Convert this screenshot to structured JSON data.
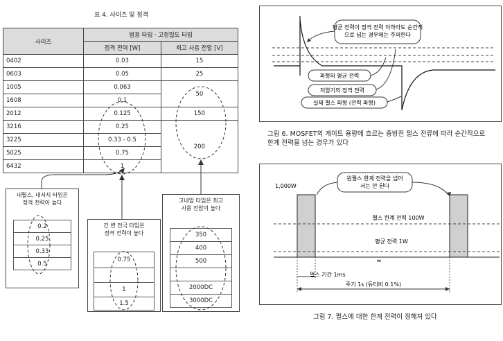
{
  "table4": {
    "title": "표 4. 사이즈 및 정격",
    "header_size": "사이즈",
    "header_group": "범용 타입ㆍ고정밀도 타입",
    "header_power": "정격 전력 [W]",
    "header_voltage": "최고 사용 전압 [V]",
    "rows": [
      {
        "size": "0402",
        "power": "0.03",
        "voltage": "15"
      },
      {
        "size": "0603",
        "power": "0.05",
        "voltage": "25"
      },
      {
        "size": "1005",
        "power": "0.063",
        "voltage": ""
      },
      {
        "size": "1608",
        "power": "0.1",
        "voltage": ""
      },
      {
        "size": "2012",
        "power": "0.125",
        "voltage": "150"
      },
      {
        "size": "3216",
        "power": "0.25",
        "voltage": ""
      },
      {
        "size": "3225",
        "power": "0.33 - 0.5",
        "voltage": ""
      },
      {
        "size": "5025",
        "power": "0.75",
        "voltage": ""
      },
      {
        "size": "6432",
        "power": "1",
        "voltage": ""
      }
    ],
    "voltage_50": "50",
    "voltage_200": "200"
  },
  "box_pulse": {
    "heading": "내펄스, 내서지 타입은\n정격 전력이 높다",
    "values": [
      "0.2",
      "0.25",
      "0.33",
      "0.5"
    ]
  },
  "box_long": {
    "heading": "긴 변 전극 타입은\n정격 전력이 높다",
    "values": [
      "0.75",
      "",
      "1",
      "1.5"
    ]
  },
  "box_hv": {
    "heading": "고내압 타입은 최고\n사용 전압이 높다",
    "values": [
      "350",
      "400",
      "500",
      "",
      "2000DC",
      "3000DC"
    ]
  },
  "figure6": {
    "callout": "평균 전력이 정격 전력 이하라도 순간적\n으로 넘는 경우에는 주의한다",
    "label_avg": "파형의 평균 전력",
    "label_rated": "저항기의 정격 전력",
    "label_actual": "실제 펄스 파형 (전력 파형)",
    "caption": "그림 6. MOSFET의 게이트 용량에 흐르는 충방전 펄스 전류에 따라 순간적으로\n한계 전력을 넘는 경우가 있다"
  },
  "figure7": {
    "callout": "원펄스 한계 전력을 넘어\n서는 안 된다",
    "label_peak": "1,000W",
    "label_limit": "펄스 한계 전력 100W",
    "label_avg": "평균 전력 1W",
    "label_period_short": "펄스 기간 1ms",
    "label_period": "주기 1s (듀티비 0.1%)",
    "break_mark": "≈",
    "caption": "그림 7. 펄스에 대한 한계 전력이 정해져 있다"
  }
}
